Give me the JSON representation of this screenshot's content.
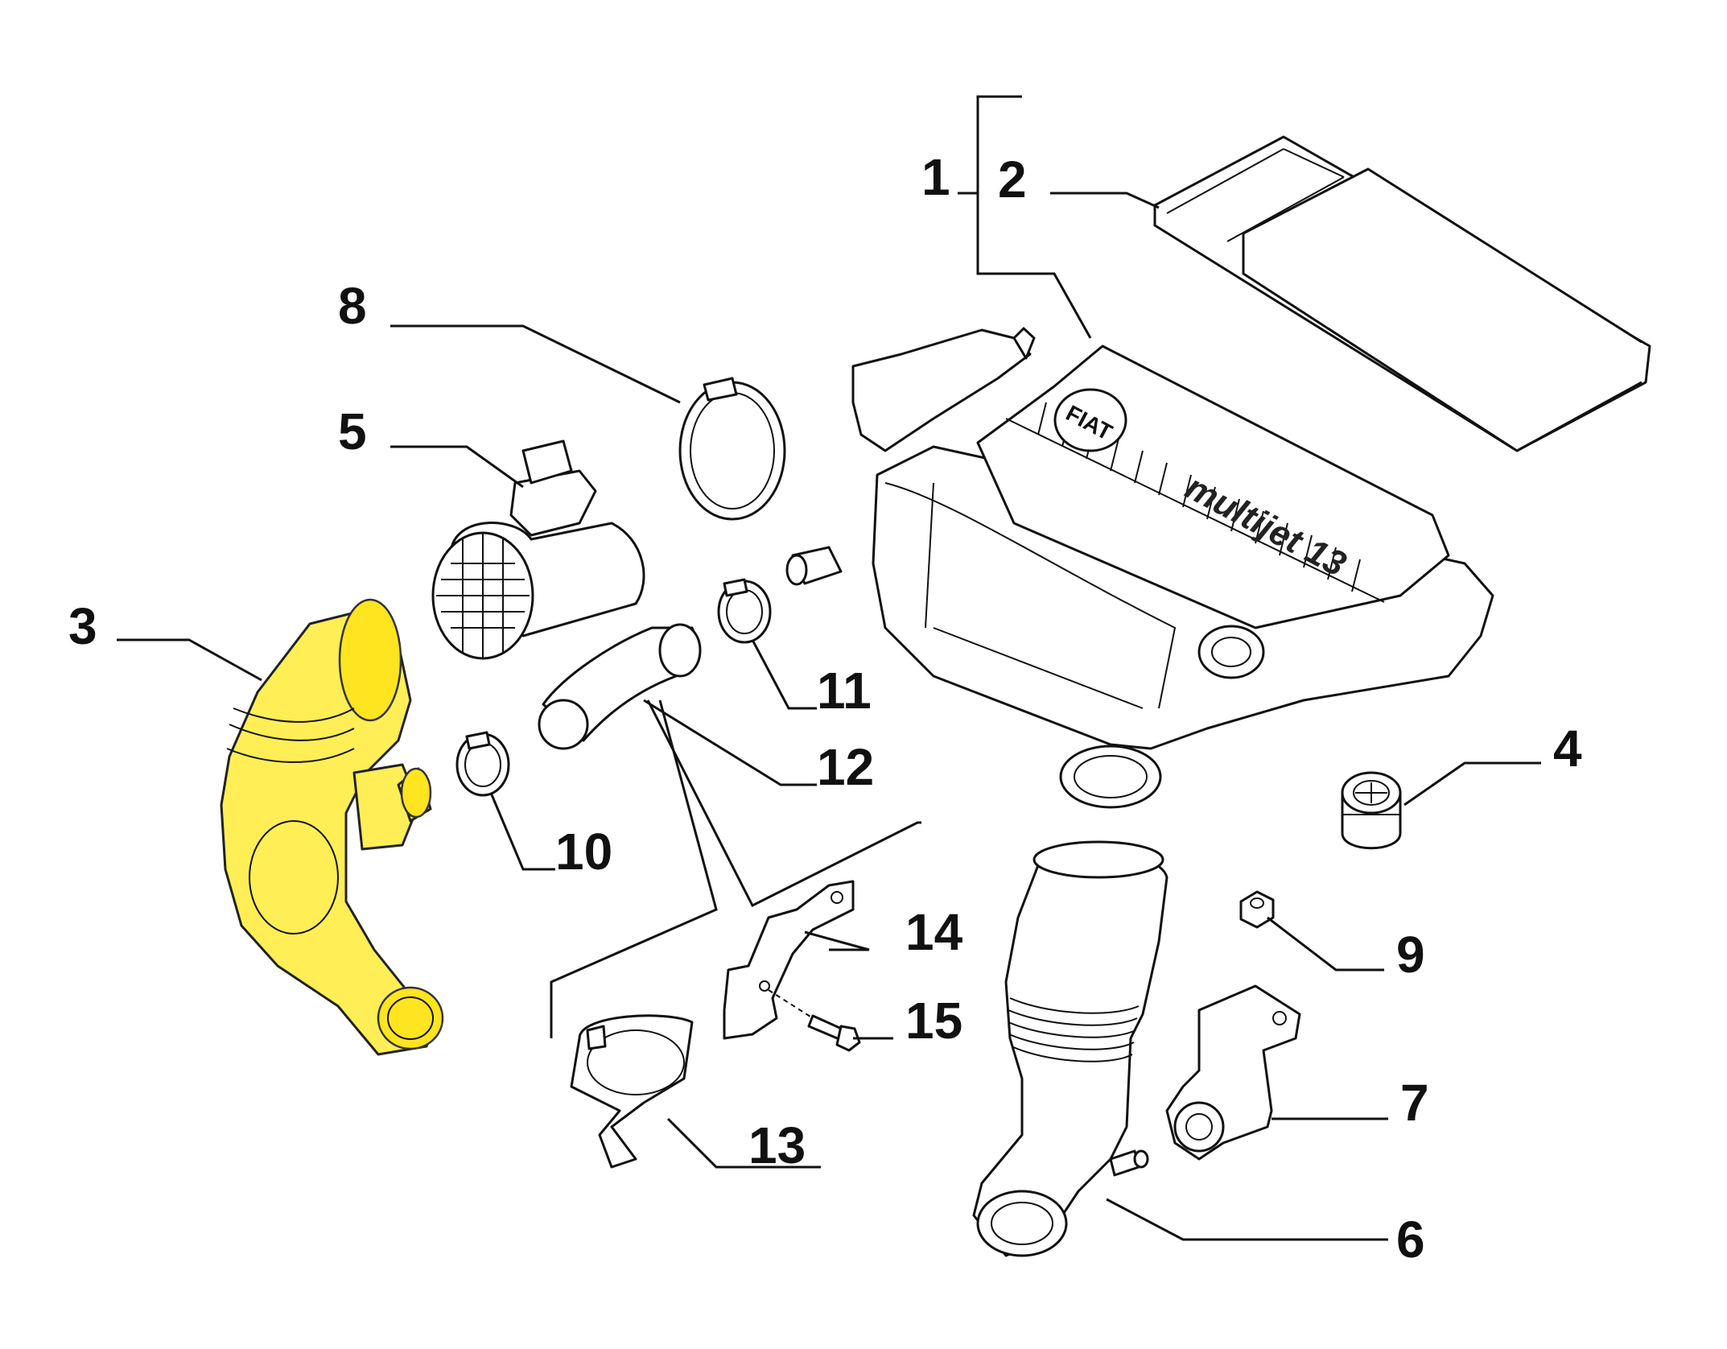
{
  "callouts": [
    {
      "id": "1",
      "label": "1"
    },
    {
      "id": "2",
      "label": "2"
    },
    {
      "id": "3",
      "label": "3"
    },
    {
      "id": "4",
      "label": "4"
    },
    {
      "id": "5",
      "label": "5"
    },
    {
      "id": "6",
      "label": "6"
    },
    {
      "id": "7",
      "label": "7"
    },
    {
      "id": "8",
      "label": "8"
    },
    {
      "id": "9",
      "label": "9"
    },
    {
      "id": "10",
      "label": "10"
    },
    {
      "id": "11",
      "label": "11"
    },
    {
      "id": "12",
      "label": "12"
    },
    {
      "id": "13",
      "label": "13"
    },
    {
      "id": "14",
      "label": "14"
    },
    {
      "id": "15",
      "label": "15"
    }
  ],
  "airbox": {
    "brand_logo": "FIAT",
    "engine_text": "multijet 13"
  },
  "colors": {
    "highlight": "#ffee55",
    "line": "#111111",
    "background": "#ffffff"
  }
}
